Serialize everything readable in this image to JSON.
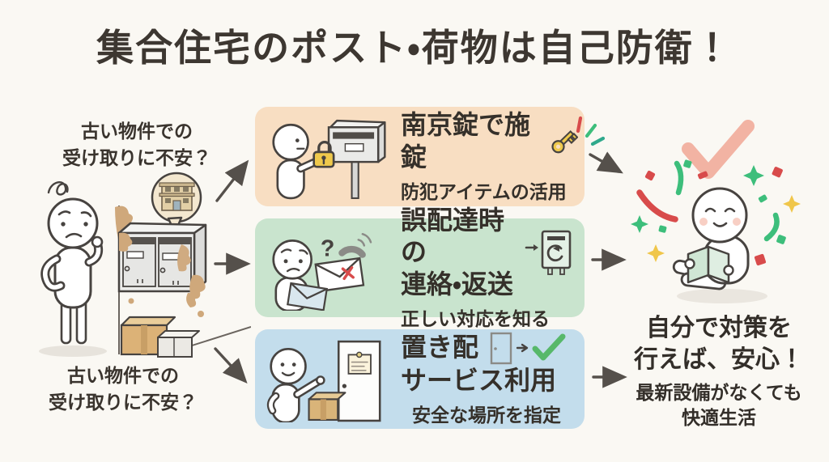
{
  "title": "集合住宅のポスト・荷物は自己防衛！",
  "left_panel": {
    "top_caption_lines": [
      "古い物件での",
      "受け取りに不安？"
    ],
    "bottom_caption_lines": [
      "古い物件での",
      "受け取りに不安？"
    ]
  },
  "cards": [
    {
      "title": "南京錠で施錠",
      "subtitle": "防犯アイテムの活用",
      "bg_color": "#F8DEC2",
      "icon": "key-icon"
    },
    {
      "title_lines": [
        "誤配達時の",
        "連絡・返送"
      ],
      "subtitle": "正しい対応を知る",
      "bg_color": "#C9E4CE",
      "icon": "return-postbox-icon"
    },
    {
      "title_lines": [
        "置き配",
        "サービス利用"
      ],
      "subtitle": "安全な場所を指定",
      "bg_color": "#C3DDEC",
      "icon": "door-to-check-icon"
    }
  ],
  "right_panel": {
    "headline_lines": [
      "自分で対策を",
      "行えば、安心！"
    ],
    "subheadline_lines": [
      "最新設備がなくても",
      "快適生活"
    ]
  },
  "glyphs": {
    "question_mark": "?"
  },
  "colors": {
    "background": "#FAF8F3",
    "heading_text": "#3D3731",
    "body_text": "#3A342E",
    "card_padlock_bg": "#F8DEC2",
    "card_misdelivery_bg": "#C9E4CE",
    "card_dropoff_bg": "#C3DDEC",
    "arrow": "#55504B",
    "check_salmon": "#F2B3A3",
    "check_green": "#57B86A",
    "key_yellow": "#EFC94C",
    "confetti_red": "#D84B4B",
    "confetti_green": "#3DBE7B",
    "confetti_yellow": "#F0C64A",
    "cardboard_brown": "#D9B479",
    "rust_brown": "#CFA87B"
  }
}
